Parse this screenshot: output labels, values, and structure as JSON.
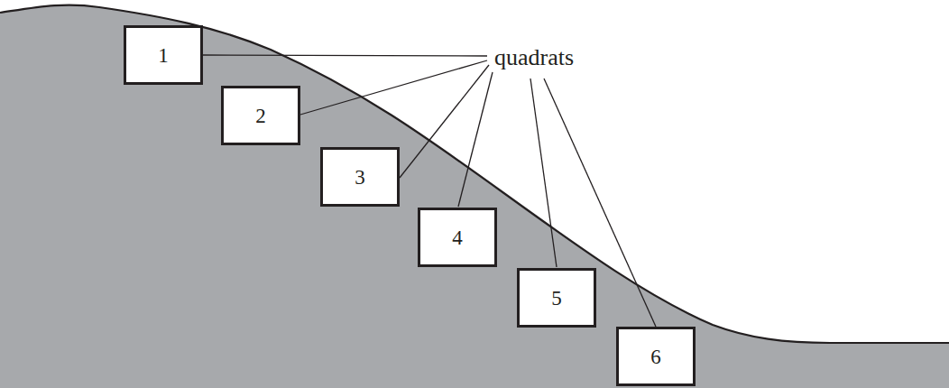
{
  "diagram": {
    "nodes": [
      {
        "text": [
          "1"
        ]
      },
      {
        "text": [
          "2"
        ]
      },
      {
        "text": [
          "3"
        ]
      },
      {
        "text": [
          "4"
        ]
      },
      {
        "text": [
          "5"
        ]
      },
      {
        "text": [
          "6"
        ]
      }
    ],
    "labels": [
      "quadrats"
    ]
  }
}
